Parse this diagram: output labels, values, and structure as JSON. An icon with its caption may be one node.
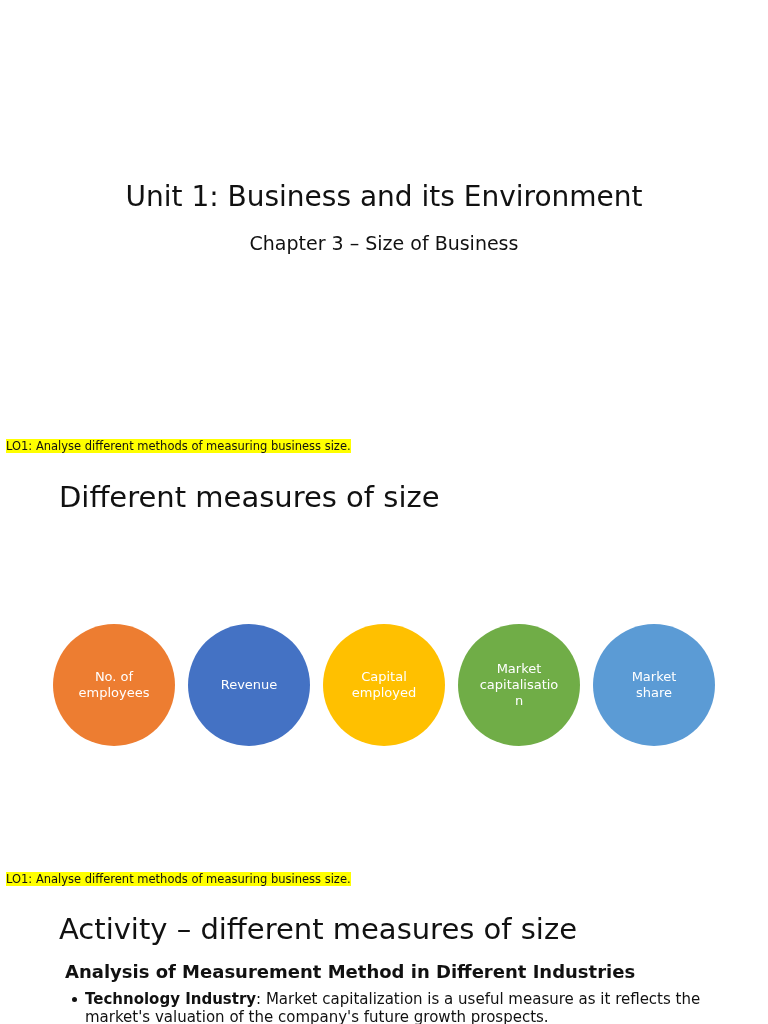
{
  "diagram": {
    "title": "Unit 1: Business and its Environment",
    "nodes": [
      {
        "text": [
          "No. of employees"
        ]
      },
      {
        "text": [
          "Revenue"
        ]
      },
      {
        "text": [
          "Capital employed"
        ]
      },
      {
        "text": [
          "Market capitalisation"
        ]
      },
      {
        "text": [
          "Market share"
        ]
      }
    ],
    "labels": [
      "Chapter 3 – Size of Business",
      "LO1: Analyse different methods of measuring business size.",
      "Different measures of size",
      "LO1: Analyse different methods of measuring business size.",
      "Activity – different measures of size",
      "Analysis of Measurement Method in Different Industries",
      "**Technology Industry**: Market capitalization is a useful measure as it reflects the market's valuation of the company's future growth prospects."
    ]
  }
}
